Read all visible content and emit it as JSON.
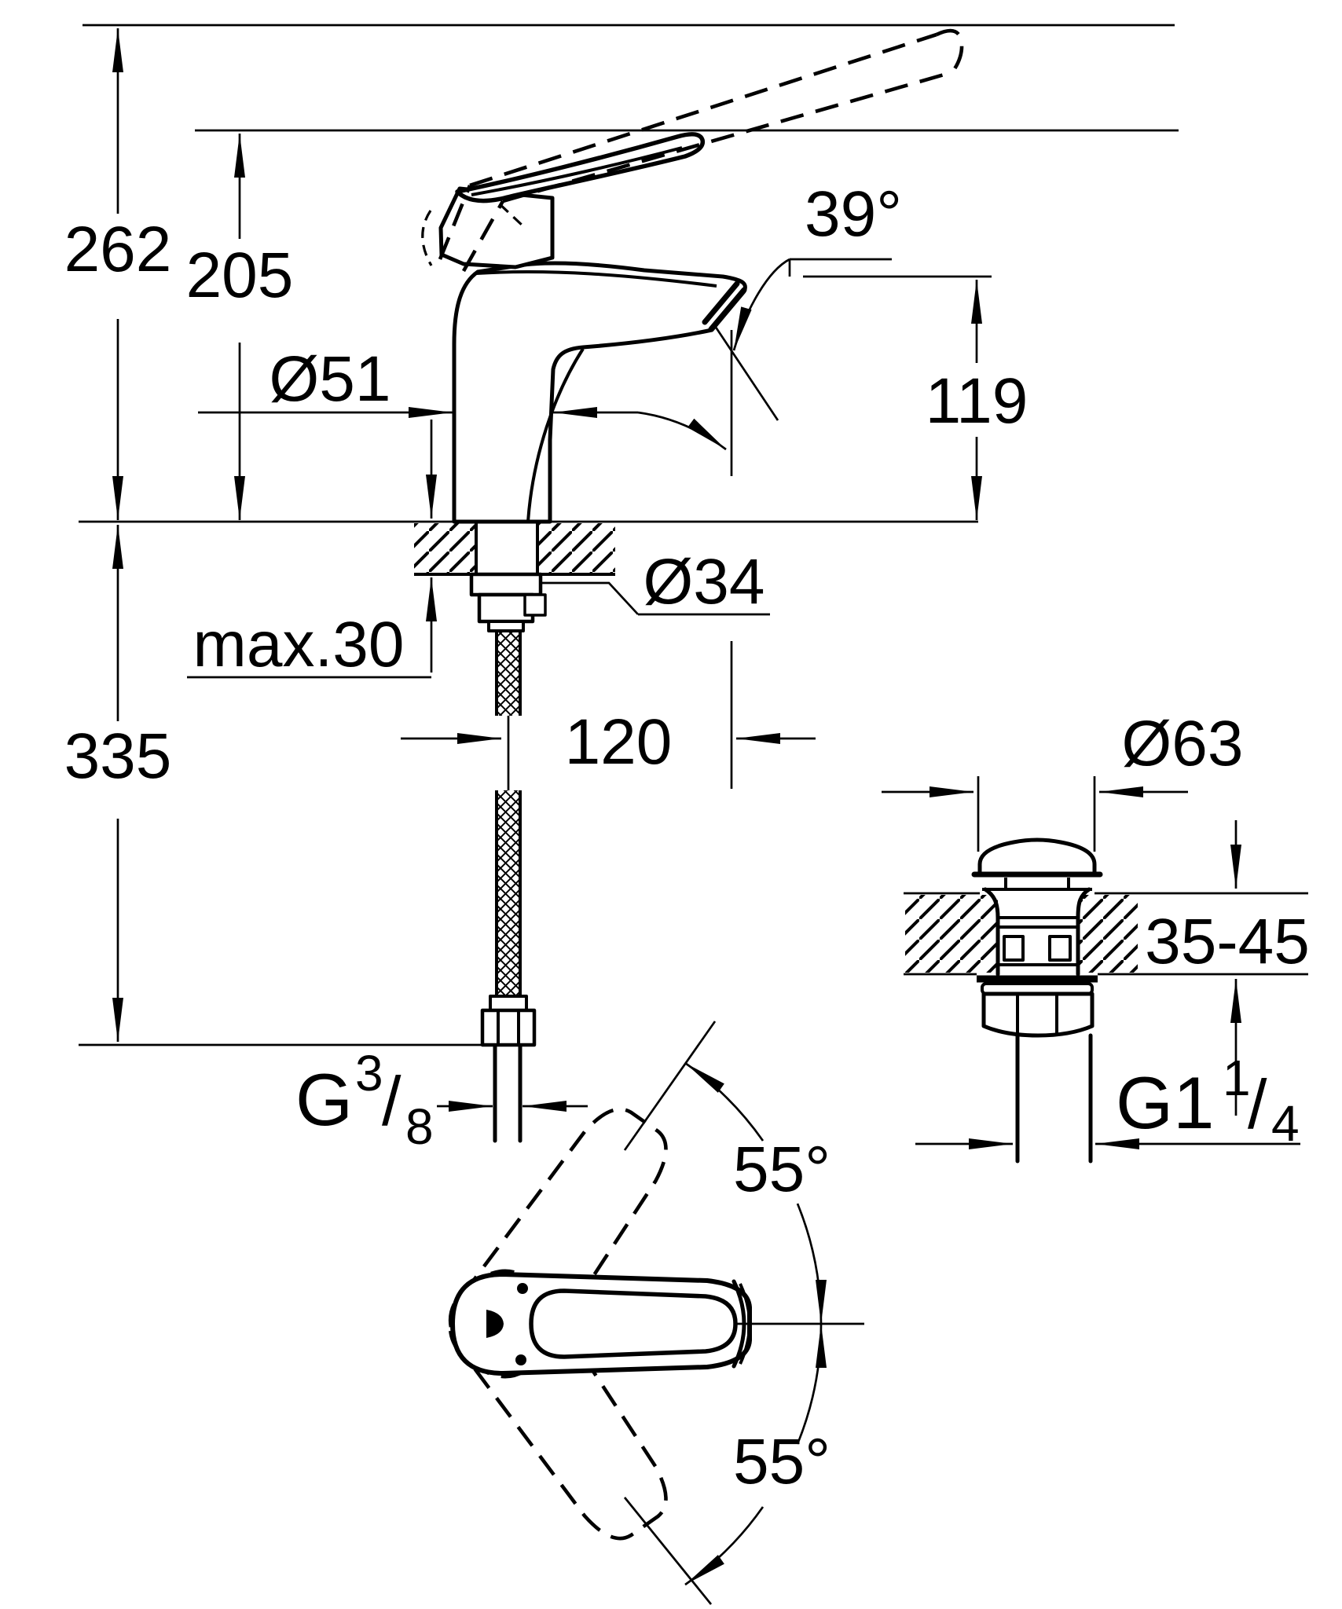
{
  "colors": {
    "ink": "#000000",
    "paper": "#ffffff"
  },
  "drawing_type": "faucet-installation-dimension-drawing",
  "dims": {
    "overall_height": "262",
    "body_height": "205",
    "base_diameter": "Ø51",
    "stream_angle": "39°",
    "spout_height": "119",
    "shank_diameter": "Ø34",
    "max_deck_thickness": "max.30",
    "hose_reach_below_deck": "335",
    "spout_projection": "120",
    "supply_thread": {
      "prefix": "G",
      "num": "3",
      "slash": "/",
      "den": "8"
    },
    "waste_flange_diameter": "Ø63",
    "waste_deck_range": "35-45",
    "waste_thread": {
      "prefix": "G1",
      "num": "1",
      "slash": "/",
      "den": "4"
    },
    "handle_swing_up": "55°",
    "handle_swing_down": "55°"
  }
}
